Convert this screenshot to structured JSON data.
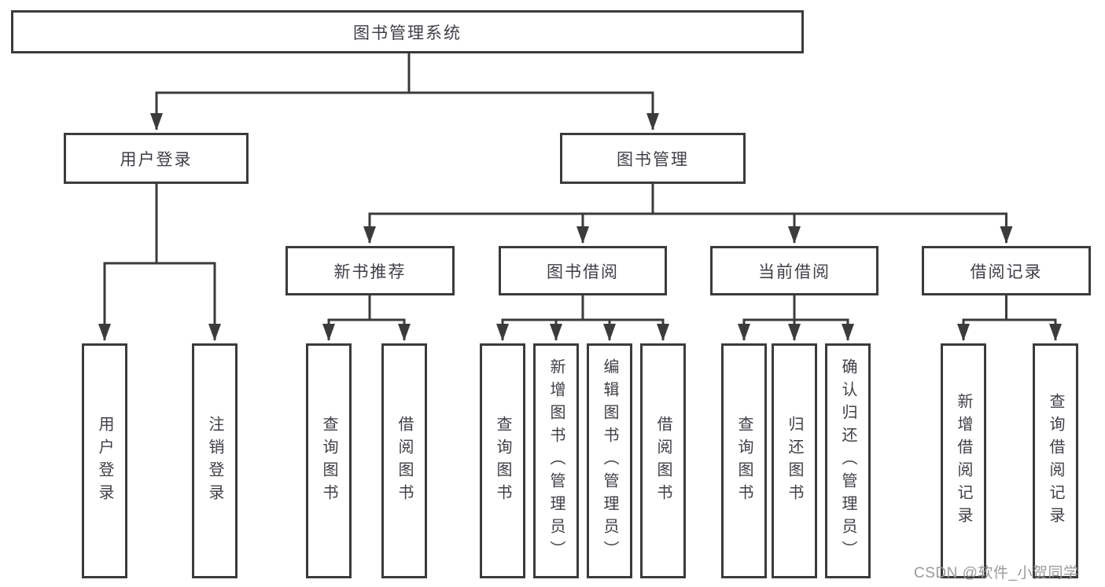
{
  "tree": {
    "label": "图书管理系统",
    "children": [
      {
        "label": "用户登录",
        "children": [
          {
            "label": "用户登录"
          },
          {
            "label": "注销登录"
          }
        ]
      },
      {
        "label": "图书管理",
        "children": [
          {
            "label": "新书推荐",
            "children": [
              {
                "label": "查询图书"
              },
              {
                "label": "借阅图书"
              }
            ]
          },
          {
            "label": "图书借阅",
            "children": [
              {
                "label": "查询图书"
              },
              {
                "label": "新增图书（管理员）"
              },
              {
                "label": "编辑图书（管理员）"
              },
              {
                "label": "借阅图书"
              }
            ]
          },
          {
            "label": "当前借阅",
            "children": [
              {
                "label": "查询图书"
              },
              {
                "label": "归还图书"
              },
              {
                "label": "确认归还（管理员）"
              }
            ]
          },
          {
            "label": "借阅记录",
            "children": [
              {
                "label": "新增借阅记录"
              },
              {
                "label": "查询借阅记录"
              }
            ]
          }
        ]
      }
    ]
  },
  "watermark": {
    "text": "CSDN @软件_小贺同学"
  },
  "colors": {
    "line": "#3b3b3b",
    "text": "#3f3f46",
    "watermark": "#9b9b9b",
    "background": "#ffffff"
  }
}
